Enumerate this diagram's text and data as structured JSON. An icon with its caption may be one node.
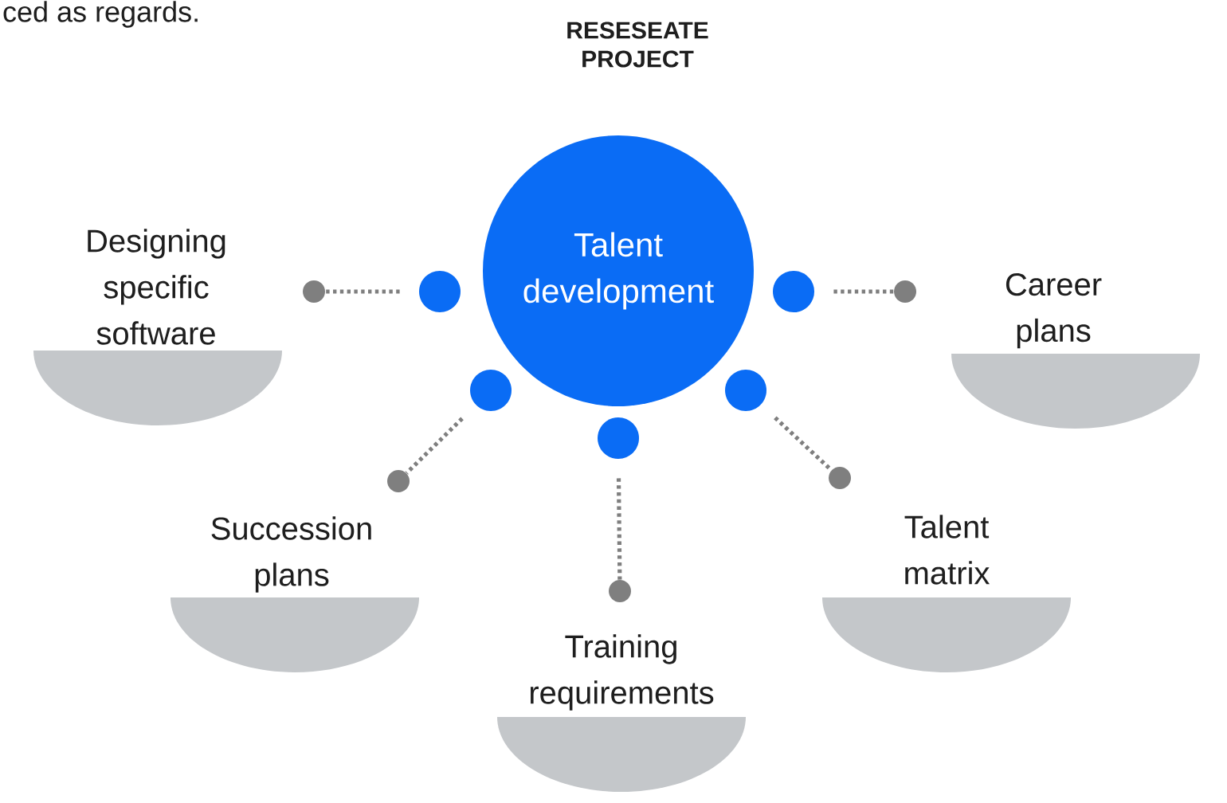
{
  "diagram": {
    "title": "RESESEATE PROJECT",
    "nodes": [
      {
        "text": [
          "Talent development"
        ]
      },
      {
        "text": [
          "Designing specific software"
        ]
      },
      {
        "text": [
          "Career plans"
        ]
      },
      {
        "text": [
          "Succession plans"
        ]
      },
      {
        "text": [
          "Talent matrix"
        ]
      },
      {
        "text": [
          "Training requirements"
        ]
      },
      {
        "text": [],
        "shape": "circle"
      },
      {
        "text": [],
        "shape": "circle"
      },
      {
        "text": [],
        "shape": "circle"
      },
      {
        "text": [],
        "shape": "circle"
      },
      {
        "text": [],
        "shape": "circle"
      },
      {
        "text": [],
        "shape": "circle"
      },
      {
        "text": [],
        "shape": "circle"
      },
      {
        "text": [],
        "shape": "circle"
      },
      {
        "text": [],
        "shape": "circle"
      },
      {
        "text": [],
        "shape": "circle"
      }
    ],
    "edges": [
      {
        "from": 6,
        "to": 11,
        "arrow": "none"
      },
      {
        "from": 7,
        "to": 12,
        "arrow": "none"
      },
      {
        "from": 8,
        "to": 13,
        "arrow": "none"
      },
      {
        "from": 9,
        "to": 14,
        "arrow": "none"
      },
      {
        "from": 10,
        "to": 15,
        "arrow": "none"
      }
    ],
    "labels": [
      "ced as regards."
    ]
  }
}
